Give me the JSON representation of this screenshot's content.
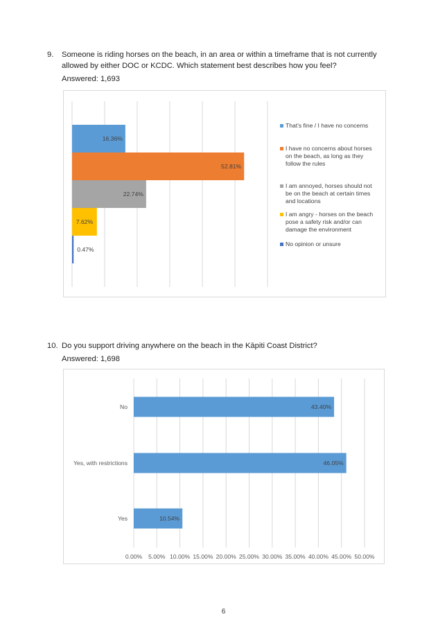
{
  "question9": {
    "number": "9.",
    "line1": "Someone is riding horses on the beach, in an area or within a timeframe that is not currently",
    "line2": "allowed by either DOC or KCDC.  Which statement best describes how you feel?",
    "answered": "Answered: 1,693"
  },
  "question10": {
    "number": "10.",
    "line1": "Do you support driving anywhere on the beach in the Kāpiti Coast District?",
    "answered": "Answered: 1,698"
  },
  "page_number": "6",
  "chart_data": [
    {
      "type": "bar",
      "orientation": "horizontal",
      "xlim": [
        0,
        60
      ],
      "grid": true,
      "legend_position": "right",
      "categories": [
        "That's fine / I have no concerns",
        "I have no concerns about horses on the beach, as long as they follow the rules",
        "I am annoyed, horses should not be on the beach at certain times and locations",
        "I am angry - horses on the beach pose a safety risk and/or can damage the environment",
        "No opinion or unsure"
      ],
      "legend_lines": [
        [
          "That's fine / I have no concerns"
        ],
        [
          "I have no concerns about horses",
          "on the beach, as long as they",
          "follow the rules"
        ],
        [
          "I am annoyed, horses should not",
          "be on the beach at certain times",
          "and locations"
        ],
        [
          "I am angry - horses on the beach",
          "pose a safety risk and/or can",
          "damage the environment"
        ],
        [
          "No opinion or unsure"
        ]
      ],
      "values": [
        16.36,
        52.81,
        22.74,
        7.62,
        0.47
      ],
      "labels": [
        "16.36%",
        "52.81%",
        "22.74%",
        "7.62%",
        "0.47%"
      ],
      "colors": [
        "#5b9bd5",
        "#ed7d31",
        "#a5a5a5",
        "#ffc000",
        "#4472c4"
      ]
    },
    {
      "type": "bar",
      "orientation": "horizontal",
      "xlim": [
        0,
        50
      ],
      "grid": true,
      "categories": [
        "No",
        "Yes, with restrictions",
        "Yes"
      ],
      "values": [
        43.4,
        46.05,
        10.54
      ],
      "labels": [
        "43.40%",
        "46.05%",
        "10.54%"
      ],
      "ticks": [
        "0.00%",
        "5.00%",
        "10.00%",
        "15.00%",
        "20.00%",
        "25.00%",
        "30.00%",
        "35.00%",
        "40.00%",
        "45.00%",
        "50.00%"
      ],
      "color": "#5b9bd5"
    }
  ]
}
